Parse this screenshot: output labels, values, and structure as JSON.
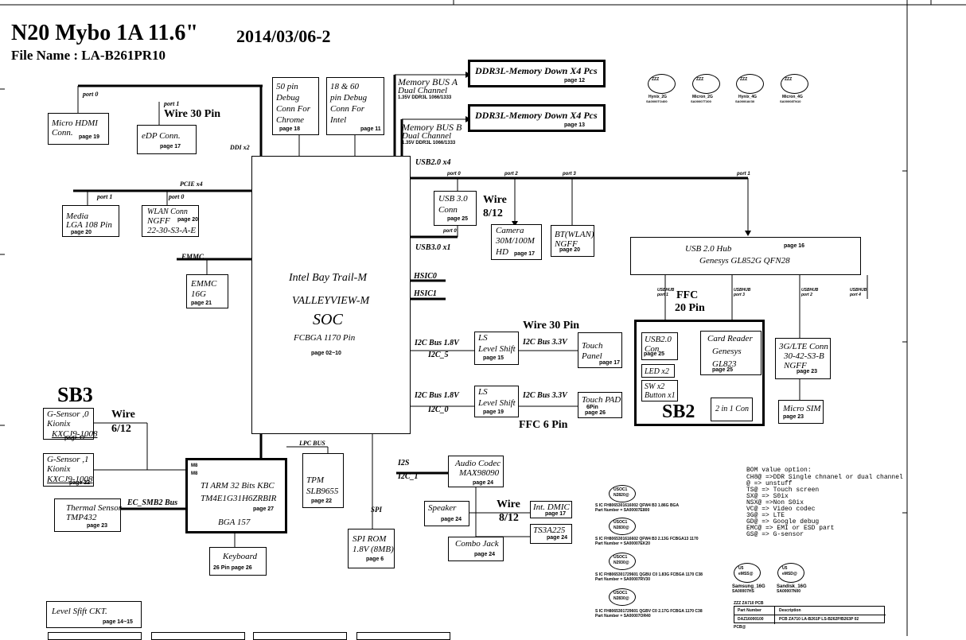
{
  "header": {
    "title": "N20 Mybo 1A 11.6\"",
    "date": "2014/03/06-2",
    "file_name": "File Name : LA-B261PR10"
  },
  "soc": {
    "l1": "Intel Bay Trail-M",
    "l2": "VALLEYVIEW-M",
    "l3": "SOC",
    "l4": "FCBGA 1170 Pin",
    "page": "page 02~10"
  },
  "mem": {
    "bus_a": "Memory BUS A",
    "bus_a2": "Dual Channel",
    "bus_a3": "1.35V DDR3L 1066/1333",
    "bus_b": "Memory BUS B",
    "bus_b2": "Dual Channel",
    "bus_b3": "1.35V DDR3L 1066/1333",
    "ddr1": "DDR3L-Memory Down X4 Pcs",
    "ddr1_pg": "page 12",
    "ddr2": "DDR3L-Memory Down X4 Pcs",
    "ddr2_pg": "page 13"
  },
  "chips": [
    {
      "n": "Hynix_2G",
      "p": "SA0000TO400"
    },
    {
      "n": "Micron_2G",
      "p": "SA00007T300"
    },
    {
      "n": "Hynix_4G",
      "p": "SA0000AV30"
    },
    {
      "n": "Micron_4G",
      "p": "SA00008TN10"
    }
  ],
  "chip_mark": "ZZZ",
  "left": {
    "port0": "port 0",
    "port1": "port 1",
    "wire30": "Wire 30 Pin",
    "hdmi1": "Micro HDMI",
    "hdmi2": "Conn.",
    "hdmi_pg": "page 19",
    "edp": "eDP Conn.",
    "edp_pg": "page 17",
    "ddi": "DDI x2",
    "debug1": "50 pin",
    "debug2": "Debug",
    "debug3": "Conn For",
    "debug4": "Chrome",
    "debug_pg": "page 18",
    "debug21": "18 & 60",
    "debug22": "pin  Debug",
    "debug23": "Conn For",
    "debug24": "Intel",
    "debug2_pg": "page 11",
    "pcie": "PCIE x4",
    "pport1": "port 1",
    "pport0": "port 0",
    "media1": "Media",
    "media2": "LGA 108 Pin",
    "media_pg": "page 20",
    "wlan1": "WLAN Conn",
    "wlan2": "NGFF",
    "wlan3": "22-30-S3-A-E",
    "wlan_pg": "page 20",
    "emmc_bus": "EMMC",
    "emmc1": "EMMC",
    "emmc2": "16G",
    "emmc_pg": "page 21"
  },
  "right": {
    "usb2": "USB2.0 x4",
    "port0": "port 0",
    "port2": "port 2",
    "port3": "port 3",
    "port1": "port 1",
    "usb3c1": "USB 3.0",
    "usb3c2": "Conn",
    "usb3c_pg": "page 25",
    "wire812": "Wire",
    "wire812b": "8/12",
    "cam1": "Camera",
    "cam2": "30M/100M",
    "cam3": "HD",
    "cam_pg": "page 17",
    "bt1": "BT(WLAN)",
    "bt2": "NGFF",
    "bt_pg": "page 20",
    "usb3port0": "port 0",
    "usb3x1": "USB3.0 x1",
    "hub1": "USB 2.0 Hub",
    "hub2": "Genesys GL852G QFN28",
    "hub_pg": "page 16",
    "hsic0": "HSIC0",
    "hsic1": "HSIC1",
    "p1": "USBHUB port 1",
    "p3": "USBHUB port 3",
    "p2": "USBHUB port 2",
    "p4": "USBHUB port 4",
    "ffc": "FFC",
    "ffc2": "20 Pin",
    "usb20c1": "USB2.0",
    "usb20c2": "Con",
    "usb20c_pg": "page 25",
    "led": "LED x2",
    "sw1": "SW x2",
    "sw2": "Button x1",
    "cr1": "Card Reader",
    "cr2": "Genesys",
    "cr3": "GL823",
    "cr_pg": "page 25",
    "two1": "2 in 1 Con",
    "sb2": "SB2",
    "lte1": "3G/LTE Conn",
    "lte2": "30-42-S3-B",
    "lte3": "NGFF",
    "lte_pg": "page 23",
    "sim": "Micro SIM",
    "sim_pg": "page 23",
    "wire30": "Wire 30 Pin",
    "i2c18a": "I2C Bus 1.8V",
    "i2c5": "I2C_5",
    "ls1a": "LS",
    "ls1b": "Level Shift",
    "ls1_pg": "page 15",
    "i2c33a": "I2C Bus 3.3V",
    "tp1": "Touch",
    "tp2": "Panel",
    "tp_pg": "page 17",
    "i2c18b": "I2C Bus 1.8V",
    "i2c0": "I2C_0",
    "ls2a": "LS",
    "ls2b": "Level Shift",
    "ls2_pg": "page 19",
    "i2c33b": "I2C Bus 3.3V",
    "tpad1": "Touch PAD",
    "tpad2": "6Pin",
    "tpad_pg": "page 26",
    "ffc6": "FFC  6 Pin"
  },
  "bottom": {
    "sb3": "SB3",
    "gs0a": "G-Sensor ,0",
    "gs0b": "Kionix",
    "gs0c": "KXCJ9-1008",
    "gs0_pg": "page 17",
    "wire612a": "Wire",
    "wire612b": "6/12",
    "gs1a": "G-Sensor ,1",
    "gs1b": "Kionix",
    "gs1c": "KXCJ9-1008",
    "gs1_pg": "page 22",
    "ts1": "Thermal Sensor",
    "ts2": "TMP432",
    "ts_pg": "page 23",
    "smb": "EC_SMB2 Bus",
    "m81": "M8",
    "m82": "M8",
    "kbc1": "TI ARM 32 Bits KBC",
    "kbc2": "TM4E1G31H6ZRBIR",
    "kbc_pg": "page 27",
    "kbc3": "BGA 157",
    "kb1": "Keyboard",
    "kb2": "26 Pin  page 26",
    "lpc": "LPC BUS",
    "tpm1": "TPM",
    "tpm2": "SLB9655",
    "tpm_pg": "page 22",
    "spi": "SPI",
    "rom1": "SPI ROM",
    "rom2": "1.8V (8MB)",
    "rom_pg": "page 6",
    "i2s": "I2S",
    "i2c1": "I2C_1",
    "ac1": "Audio Codec",
    "ac2": "MAX98090",
    "ac_pg": "page 24",
    "spk": "Speaker",
    "spk_pg": "page 24",
    "wire812a": "Wire",
    "wire812b": "8/12",
    "dmic": "Int. DMIC",
    "dmic_pg": "page 17",
    "ts3": "TS3A225",
    "ts3_pg": "page 24",
    "cj": "Combo Jack",
    "cj_pg": "page 24",
    "lvl": "Level Sfift CKT.",
    "lvl_pg": "page 14~15"
  },
  "bom": {
    "title": "BOM value option:",
    "lines": [
      "CH8@ =>DDR Single chnanel or dual channel",
      "@ => unstuff",
      "TS@ => Touch screen",
      "SX@ => S0ix",
      "NSX@ =>Non S0ix",
      "VC@ => Video codec",
      "3G@ => LTE",
      "GD@ => Google debug",
      "EMC@ => EMI or ESD part",
      "GS@ => G-sensor"
    ]
  },
  "usoc": [
    {
      "c1": "USOC1",
      "c2": "N2820@",
      "l1": "S IC FH8065301616002 QFW4 B3 1.86G BGA",
      "l2": "Part Number = SA00007E800"
    },
    {
      "c1": "USOC1",
      "c2": "N2830@",
      "l1": "S IC FH8065301616602 QFW4 B3 2.13G FCBGA13 1170",
      "l2": "Part Number = SA00007EK20"
    },
    {
      "c1": "USOC1",
      "c2": "N2930@",
      "l1": "S IC FH8065301729601 QGBU C0 1.83G FCBGA 1170 C38",
      "l2": "Part Number = SA00007RV30"
    },
    {
      "c1": "USOC1",
      "c2": "N2830@",
      "l1": "S IC FH8065301729601 QGBV C0 2.17G FCBGA 1170 C38",
      "l2": "Part Number = SA00007OR40"
    }
  ],
  "u5": [
    {
      "c1": "U5",
      "c2": "eMSS@",
      "n": "Samsung_16G",
      "p": "SA00007HS"
    },
    {
      "c1": "U5",
      "c2": "eMSD@",
      "n": "Sandisk_16G",
      "p": "SA00007N00"
    }
  ],
  "pcb": {
    "hdr": "ZZZ    ZA710 PCB",
    "c1": "Part Number",
    "c2": "Description",
    "v1": "DAZ16000100",
    "v2": "PCB ZA710 LA-B261P LS-B262P/B263P 02",
    "foot": "PCB@"
  }
}
